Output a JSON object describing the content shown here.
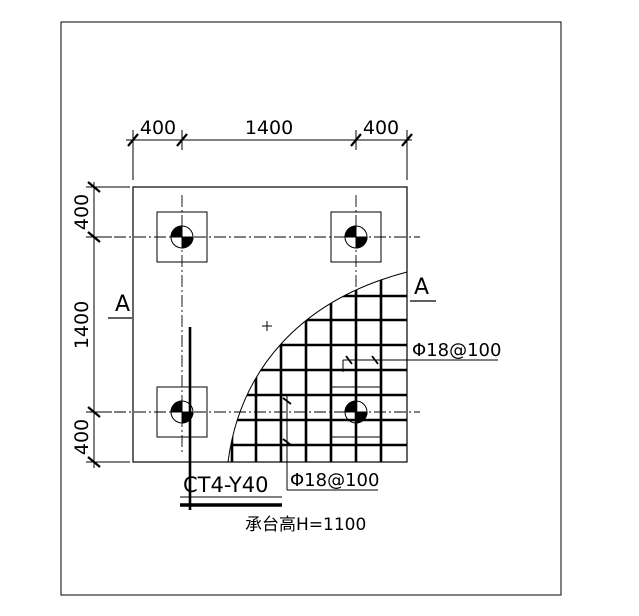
{
  "drawing": {
    "dims_top": [
      "400",
      "1400",
      "400"
    ],
    "dims_left": [
      "400",
      "1400",
      "400"
    ],
    "section_mark_left": "A",
    "section_mark_right": "A",
    "rebar_right_label": "Φ18@100",
    "rebar_bottom_label": "Φ18@100",
    "cap_id": "CT4-Y40",
    "cap_height": "承台高H=1100"
  }
}
